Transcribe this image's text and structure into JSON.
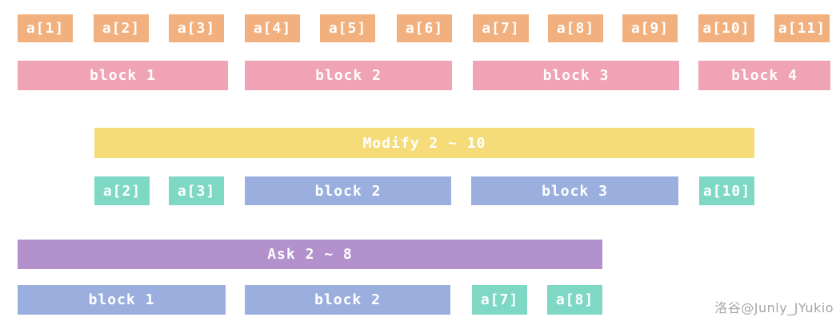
{
  "palette": {
    "orange": "#F1B07E",
    "pink": "#F0A3B4",
    "yellow": "#F5DC79",
    "teal": "#7ED8C4",
    "blue": "#9BAFDF",
    "purple": "#B291CC",
    "label_text": "#FFFFFF",
    "watermark": "#A6A6A6"
  },
  "top": {
    "array_cells": [
      "a[1]",
      "a[2]",
      "a[3]",
      "a[4]",
      "a[5]",
      "a[6]",
      "a[7]",
      "a[8]",
      "a[9]",
      "a[10]",
      "a[11]"
    ],
    "blocks": [
      "block 1",
      "block 2",
      "block 3",
      "block 4"
    ]
  },
  "modify": {
    "bar_label": "Modify 2 ~ 10",
    "cells": [
      "a[2]",
      "a[3]",
      "block 2",
      "block 3",
      "a[10]"
    ]
  },
  "ask": {
    "bar_label": "Ask 2 ~ 8",
    "cells": [
      "block 1",
      "block 2",
      "a[7]",
      "a[8]"
    ]
  },
  "watermark": "洛谷@Junly_JYukio"
}
